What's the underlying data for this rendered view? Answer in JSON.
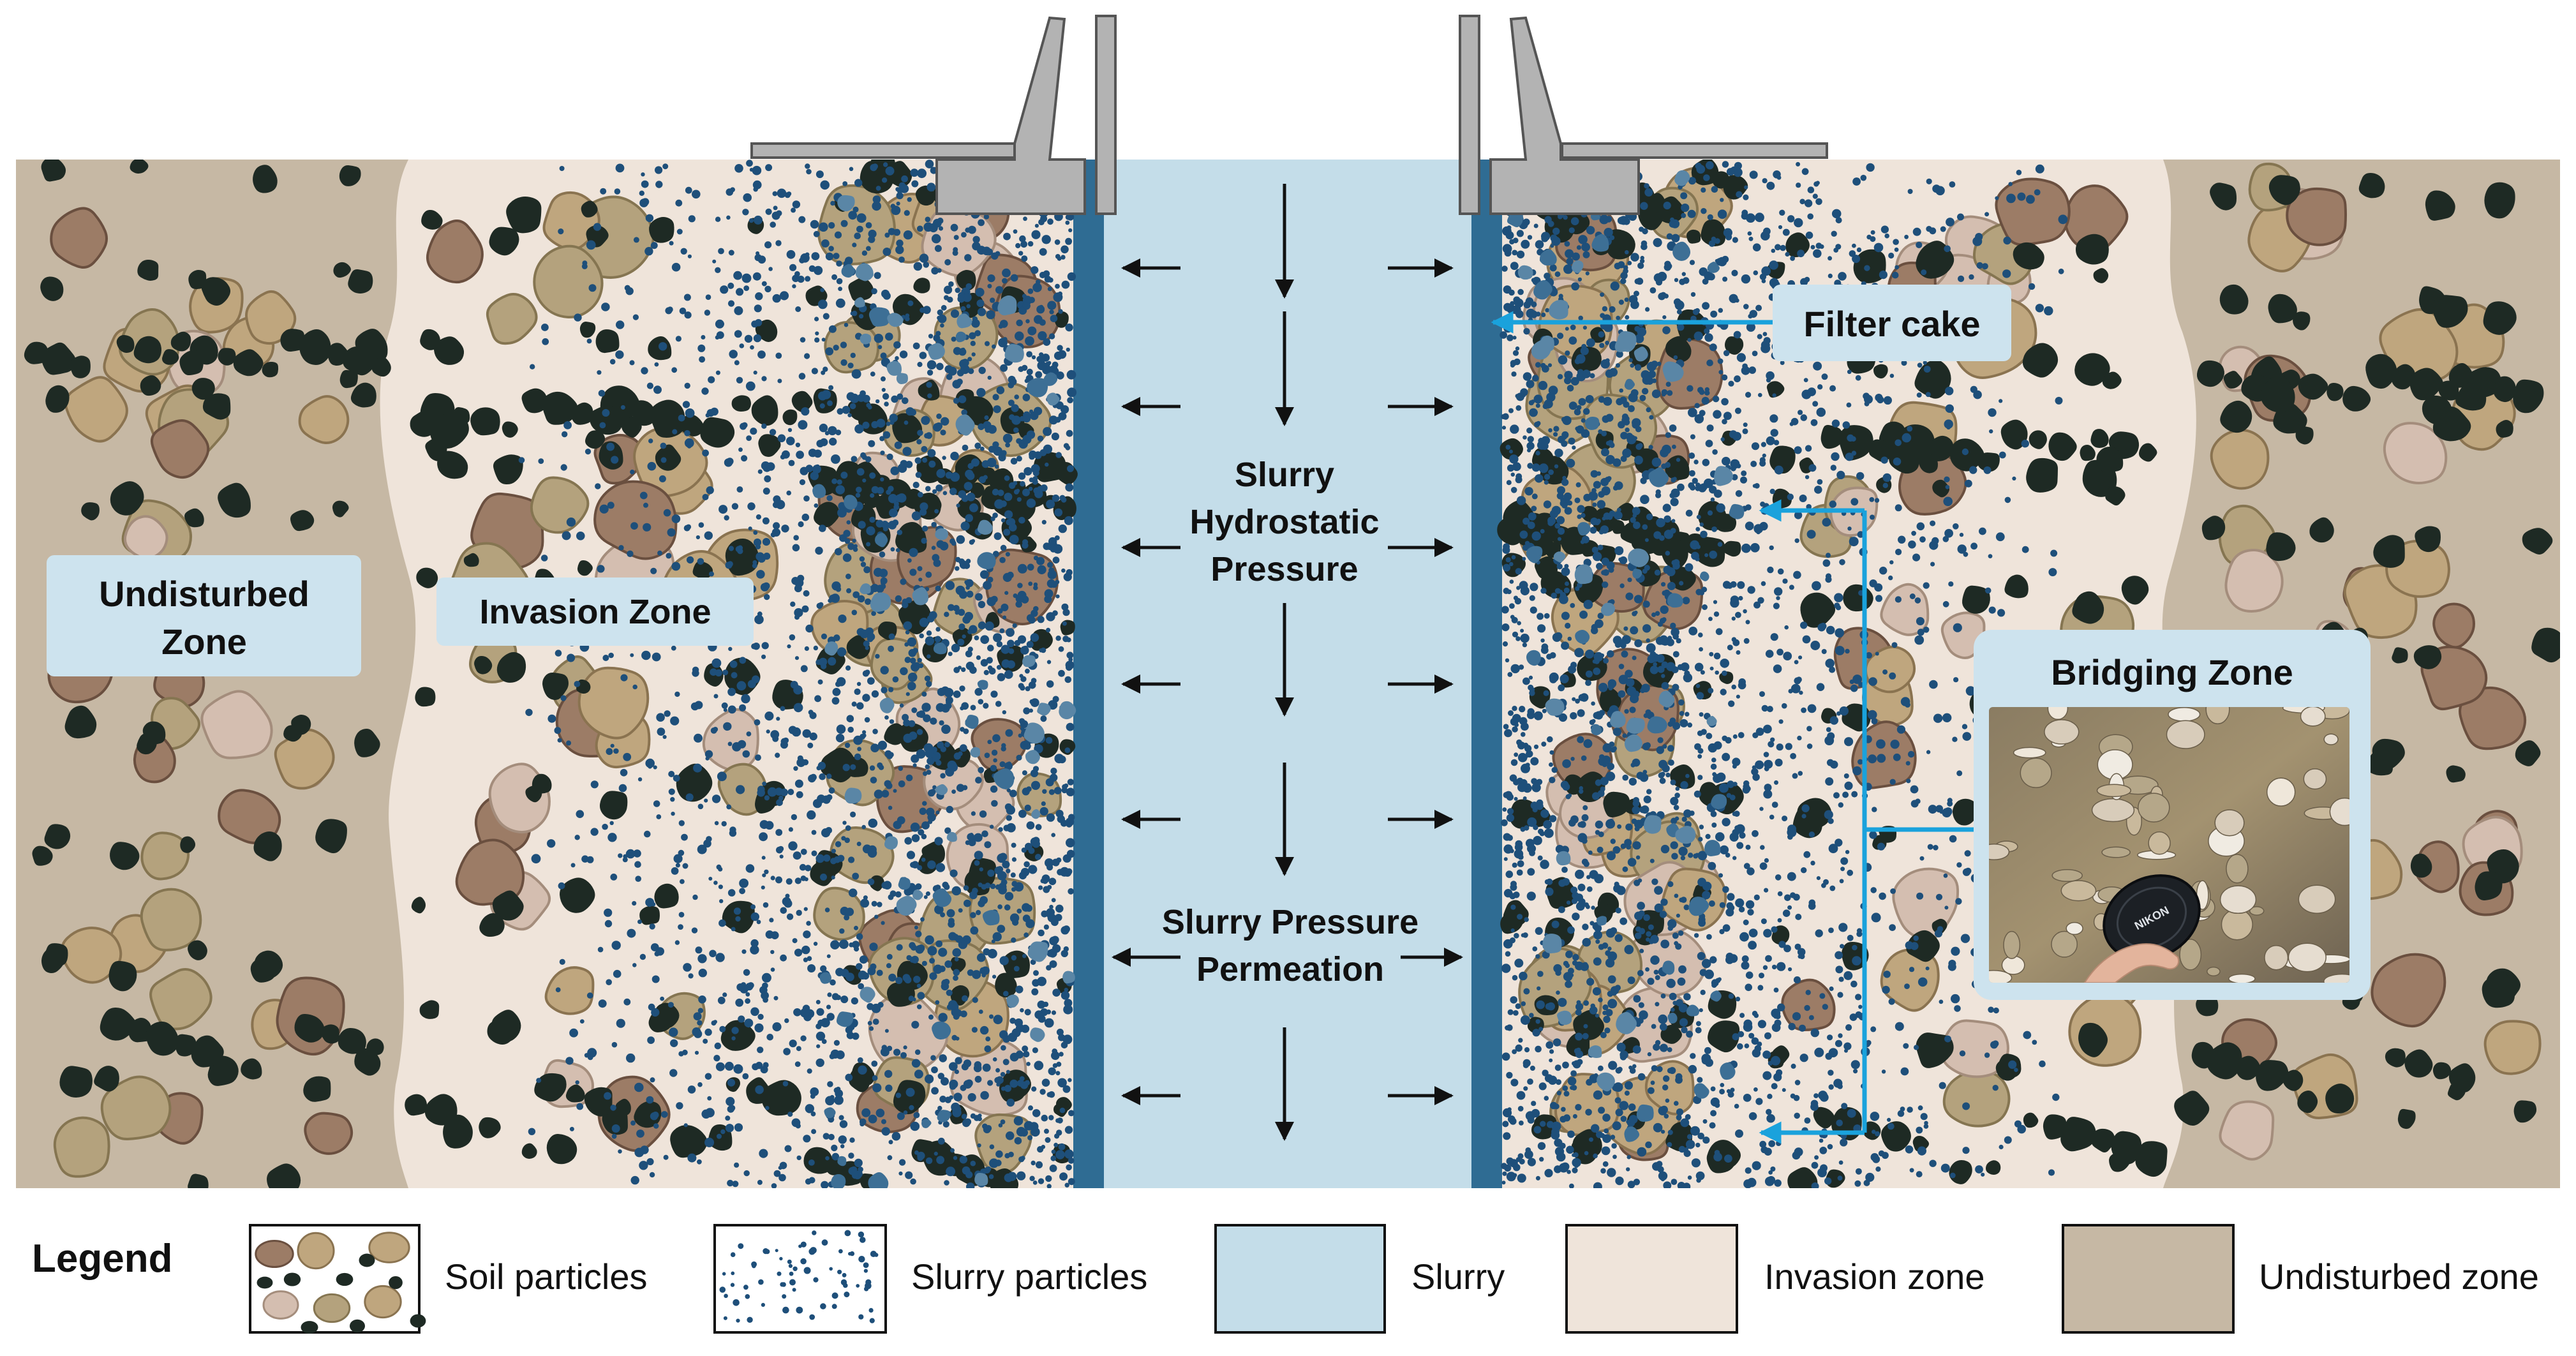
{
  "labels": {
    "undisturbed_line1": "Undisturbed",
    "undisturbed_line2": "Zone",
    "invasion_zone": "Invasion Zone",
    "hydrostatic_line1": "Slurry",
    "hydrostatic_line2": "Hydrostatic",
    "hydrostatic_line3": "Pressure",
    "permeation_line1": "Slurry Pressure",
    "permeation_line2": "Permeation",
    "filter_cake": "Filter cake",
    "bridging_zone": "Bridging Zone",
    "lens_cap_text": "NIKON"
  },
  "legend": {
    "title": "Legend",
    "items": [
      {
        "label": "Soil particles",
        "swatch": "soil-particles"
      },
      {
        "label": "Slurry particles",
        "swatch": "slurry-particles"
      },
      {
        "label": "Slurry",
        "swatch": "slurry"
      },
      {
        "label": "Invasion zone",
        "swatch": "invasion"
      },
      {
        "label": "Undisturbed zone",
        "swatch": "undisturbed"
      }
    ]
  },
  "colors": {
    "undisturbed": "#c6b8a4",
    "invasion": "#efe4da",
    "slurry": "#c4dde9",
    "filter_cake": "#2f6c93",
    "label_box": "#cde3ee",
    "arrow_cyan": "#1aa2dc",
    "wall": "#b3b3b3",
    "soil_tan": "#bfa67e",
    "soil_brown": "#9c7c66",
    "soil_light": "#d4beb0",
    "soil_olive": "#b4a27d",
    "dark_grain": "#1e2a24",
    "slurry_dot": "#1e4f7a"
  }
}
